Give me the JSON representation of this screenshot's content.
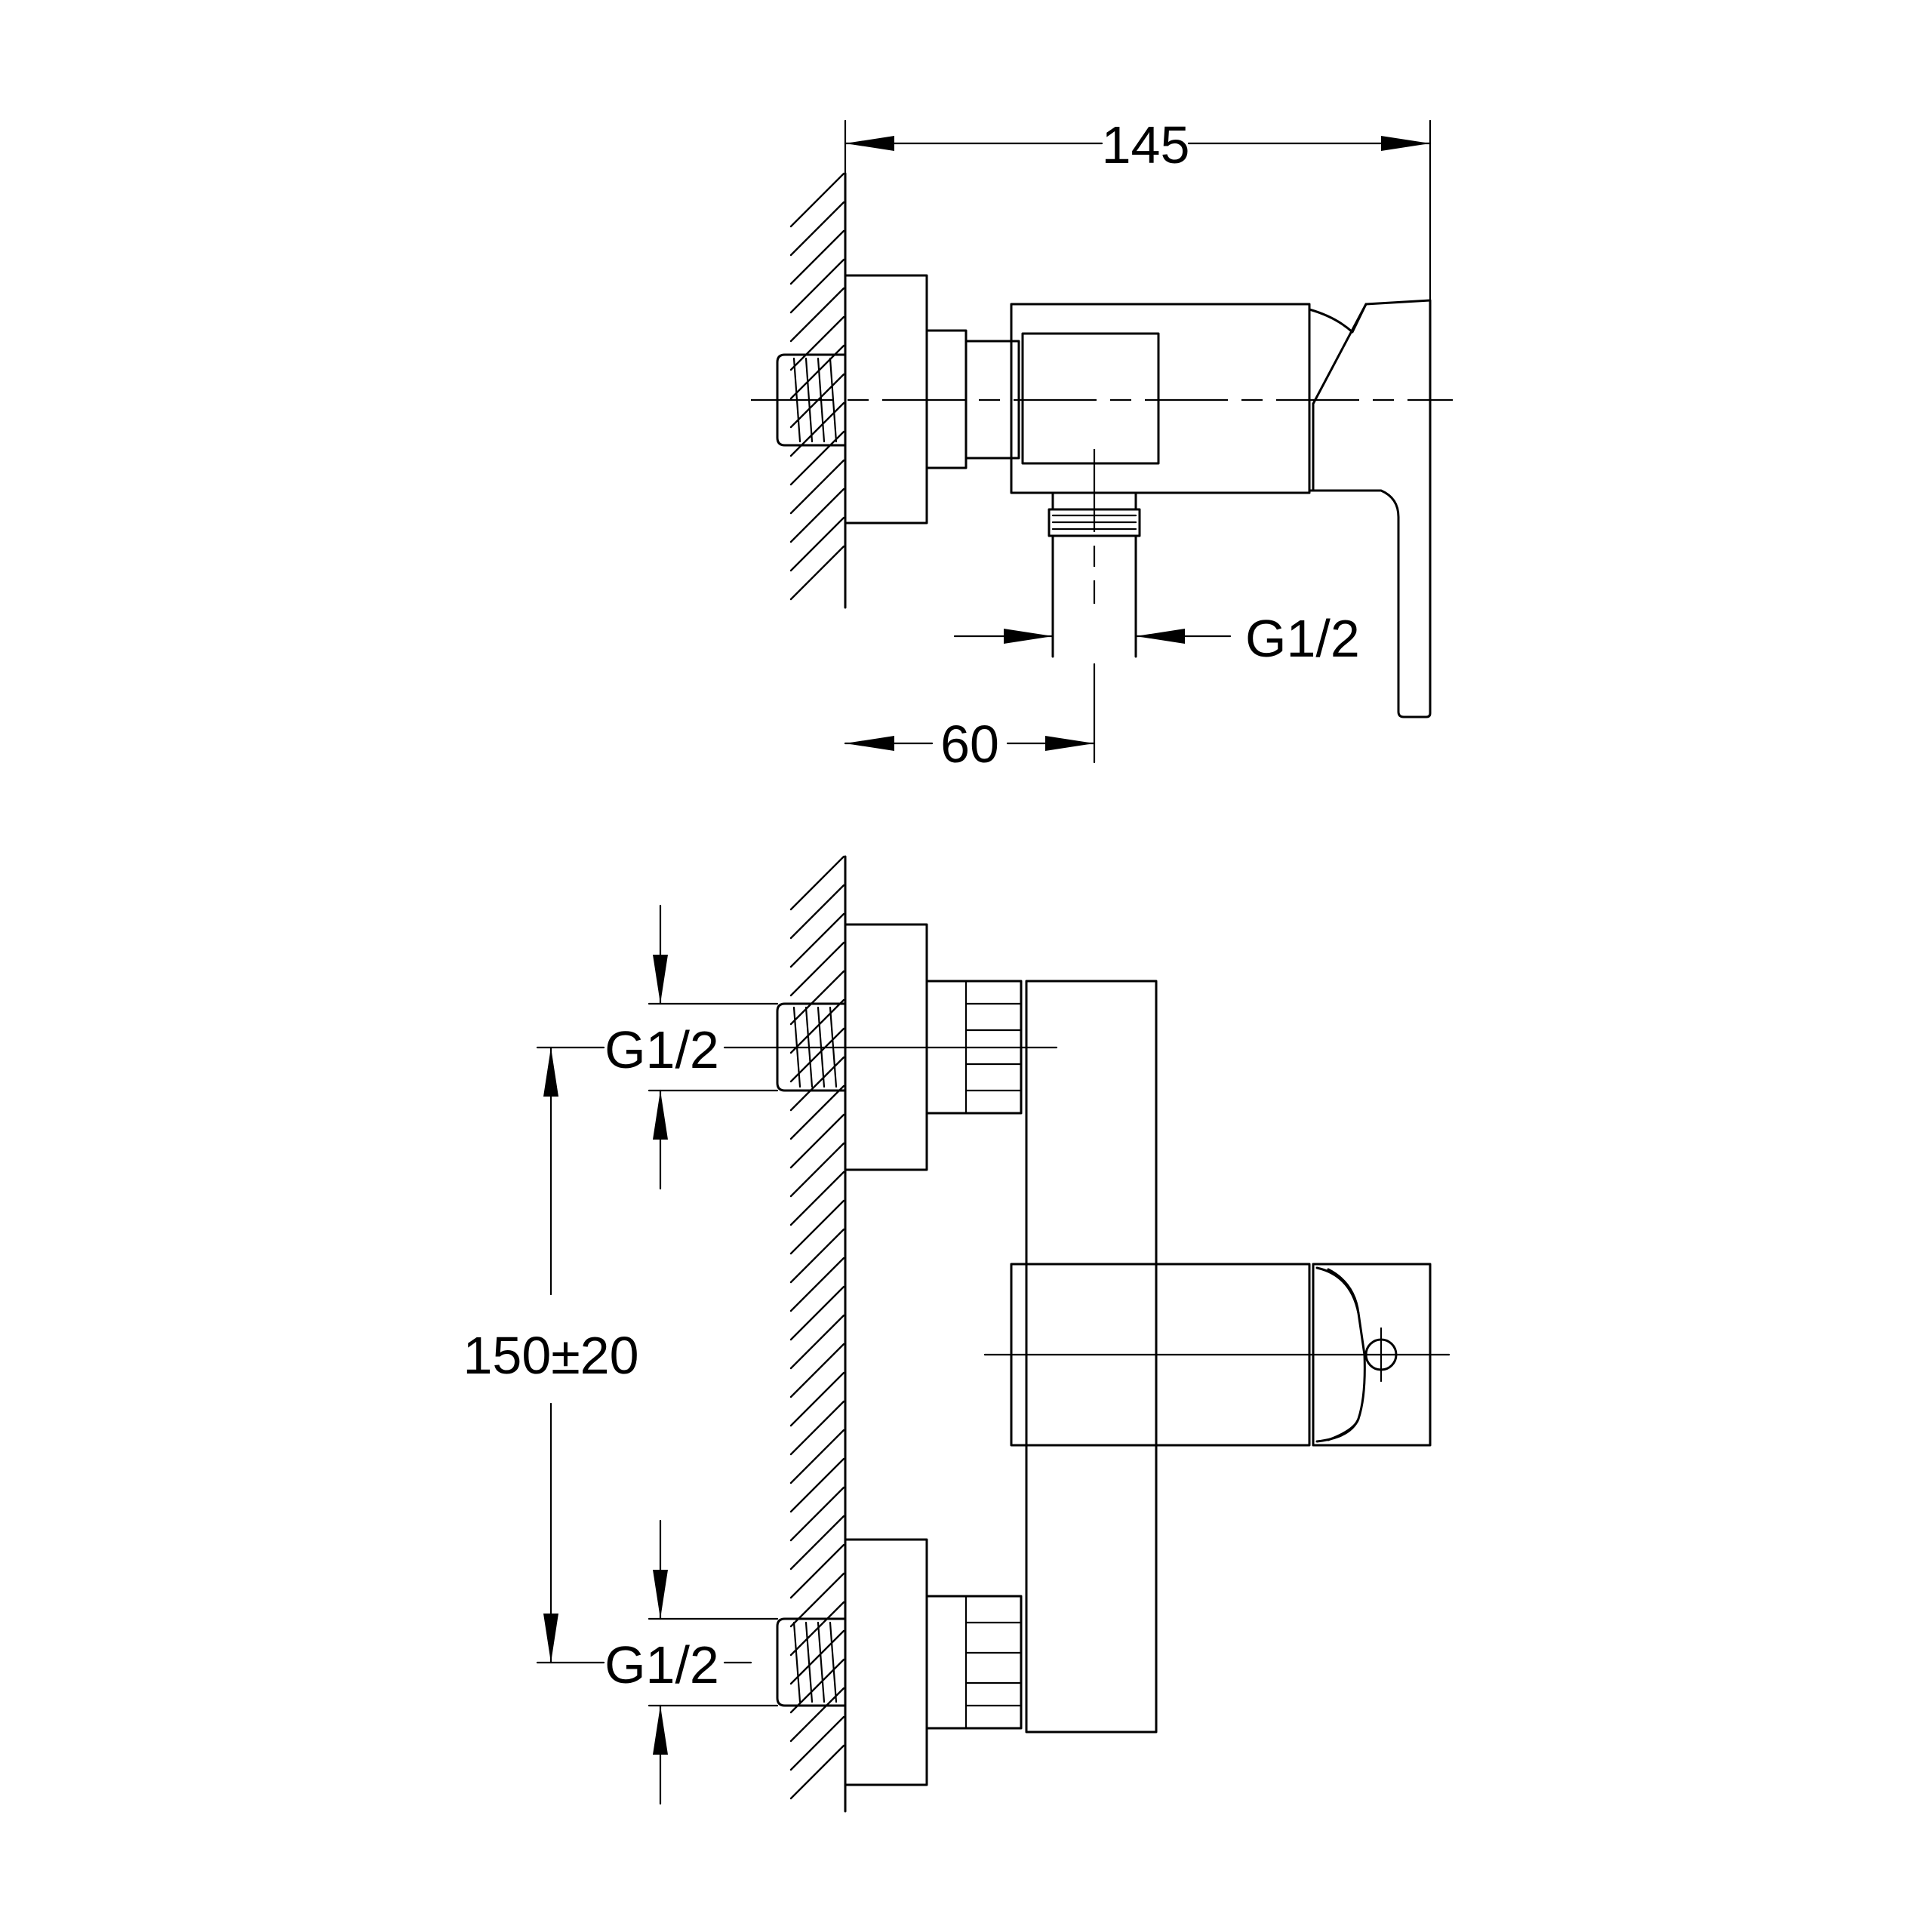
{
  "dimensions": {
    "overall_depth": "145",
    "outlet_thread_top": "G1/2",
    "outlet_offset": "60",
    "inlet_thread_upper": "G1/2",
    "inlet_spacing": "150±20",
    "inlet_thread_lower": "G1/2"
  },
  "colors": {
    "line": "#000000",
    "background": "#ffffff"
  }
}
